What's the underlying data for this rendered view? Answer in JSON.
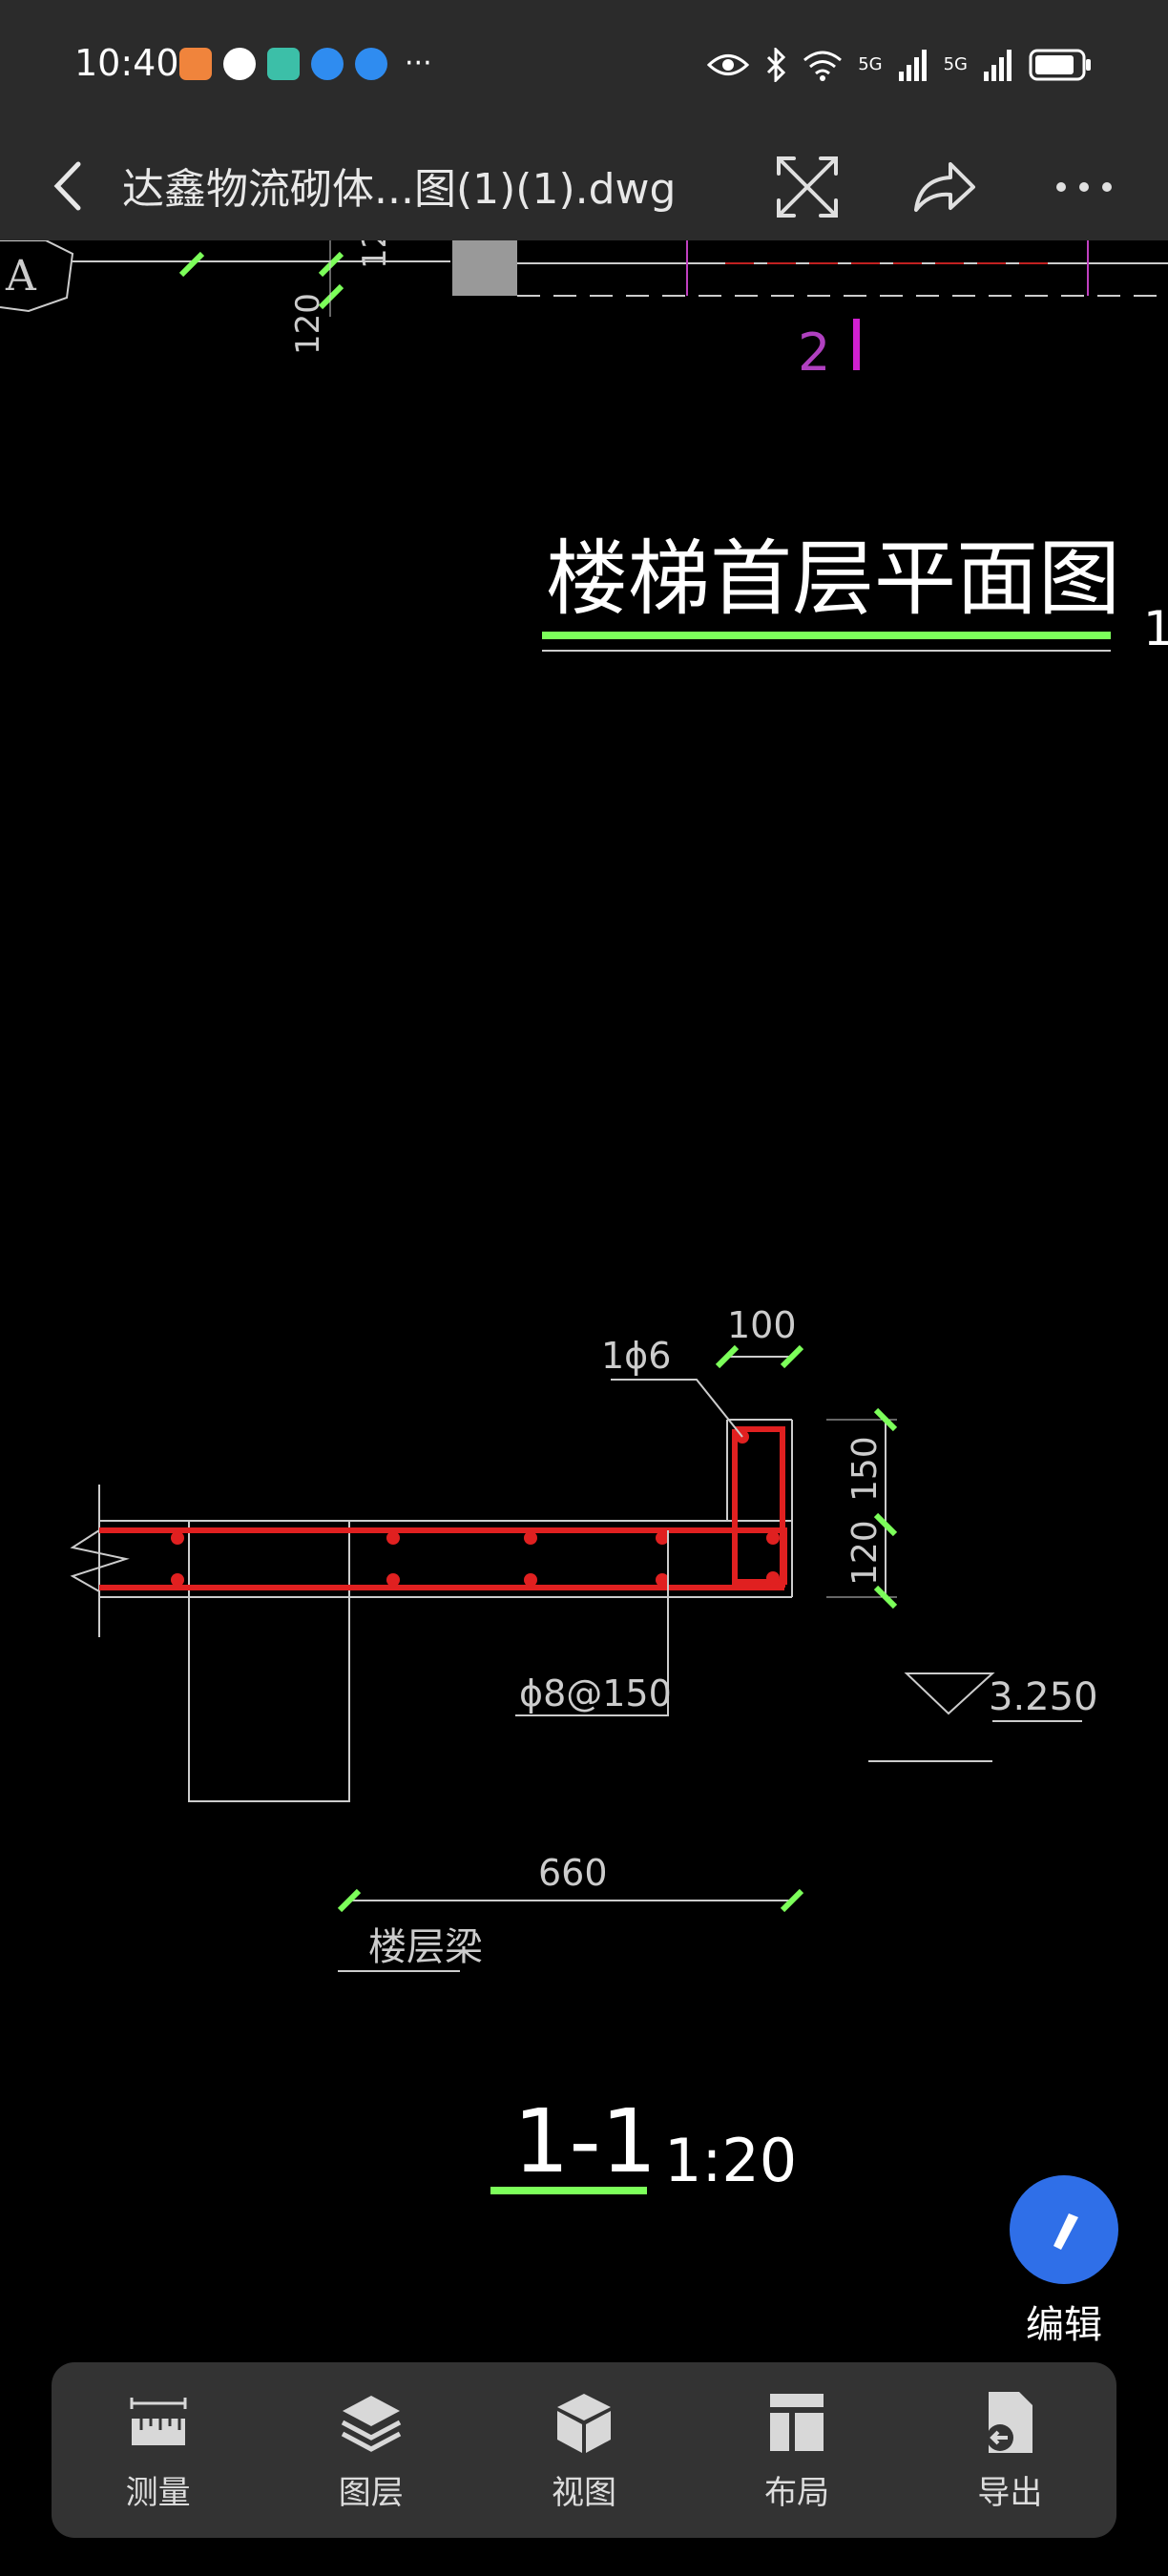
{
  "status_bar": {
    "time": "10:40",
    "network_1": "5G",
    "network_2": "5G"
  },
  "app_bar": {
    "file_title": "达鑫物流砌体...图(1)(1).dwg"
  },
  "drawing": {
    "plan_title": "楼梯首层平面图",
    "plan_edge_marker": "1",
    "section_number": "2",
    "grid_bubble": "A",
    "dim_120_top": "120",
    "dim_12_top": "12",
    "rebar_label_1": "1ϕ6",
    "rebar_label_2": "ϕ8@150",
    "dim_100": "100",
    "dim_150": "150",
    "dim_120_right": "120",
    "elevation": "3.250",
    "dim_660": "660",
    "beam_label": "楼层梁",
    "section_title": "1-1",
    "section_scale": "1:20"
  },
  "fab": {
    "label": "编辑"
  },
  "toolbar": {
    "items": [
      {
        "label": "测量",
        "icon": "ruler-icon"
      },
      {
        "label": "图层",
        "icon": "layers-icon"
      },
      {
        "label": "视图",
        "icon": "cube-icon"
      },
      {
        "label": "布局",
        "icon": "layout-icon"
      },
      {
        "label": "导出",
        "icon": "export-icon"
      }
    ]
  },
  "colors": {
    "bar_bg": "#2b2b2b",
    "canvas_bg": "#000000",
    "rebar_red": "#e02020",
    "dim_green": "#7cff5a",
    "accent_blue": "#2f6fe8",
    "magenta": "#d020d0"
  }
}
